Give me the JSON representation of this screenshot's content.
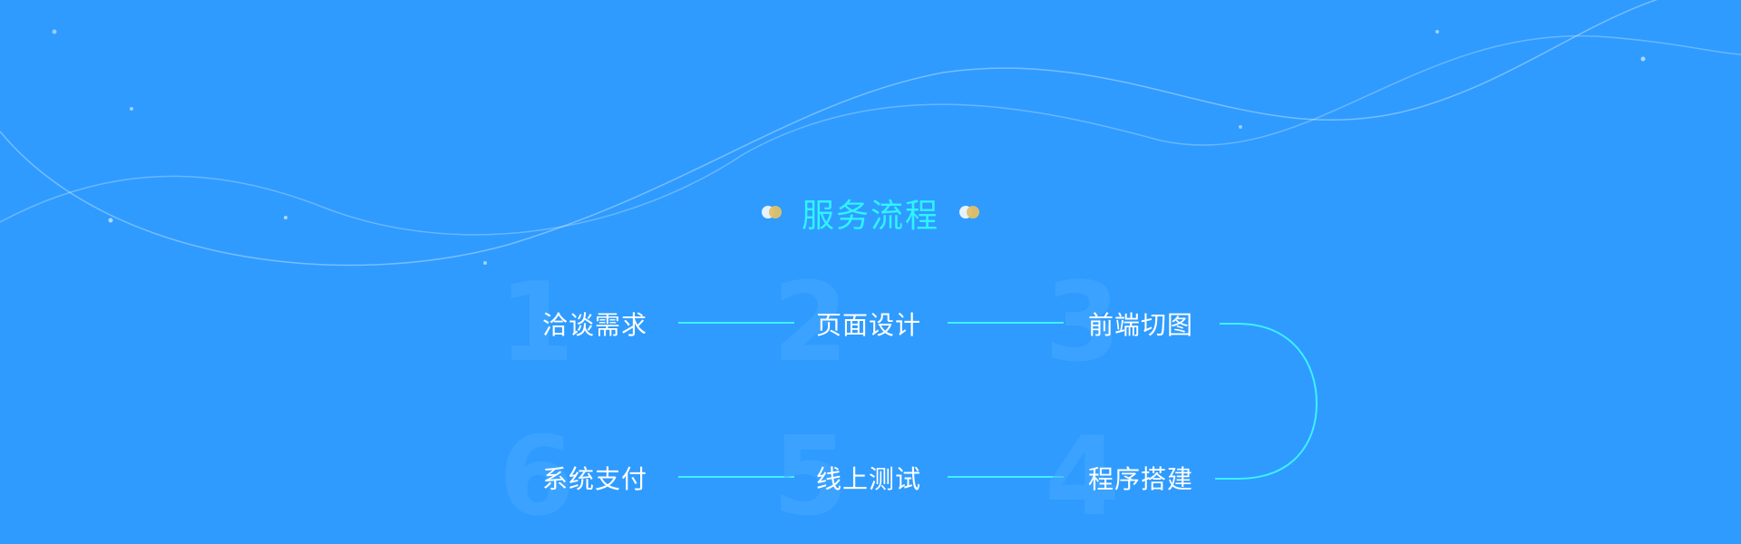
{
  "title": "服务流程",
  "steps": [
    {
      "num": "1",
      "label": "洽谈需求"
    },
    {
      "num": "2",
      "label": "页面设计"
    },
    {
      "num": "3",
      "label": "前端切图"
    },
    {
      "num": "4",
      "label": "程序搭建"
    },
    {
      "num": "5",
      "label": "线上测试"
    },
    {
      "num": "6",
      "label": "系统支付"
    }
  ],
  "colors": {
    "background": "#2f9bff",
    "title": "#2ff3ff",
    "connector": "#3ff0ff",
    "label": "#ffffff",
    "dot_light": "#e6f2ff",
    "dot_gold": "#e0c067"
  }
}
